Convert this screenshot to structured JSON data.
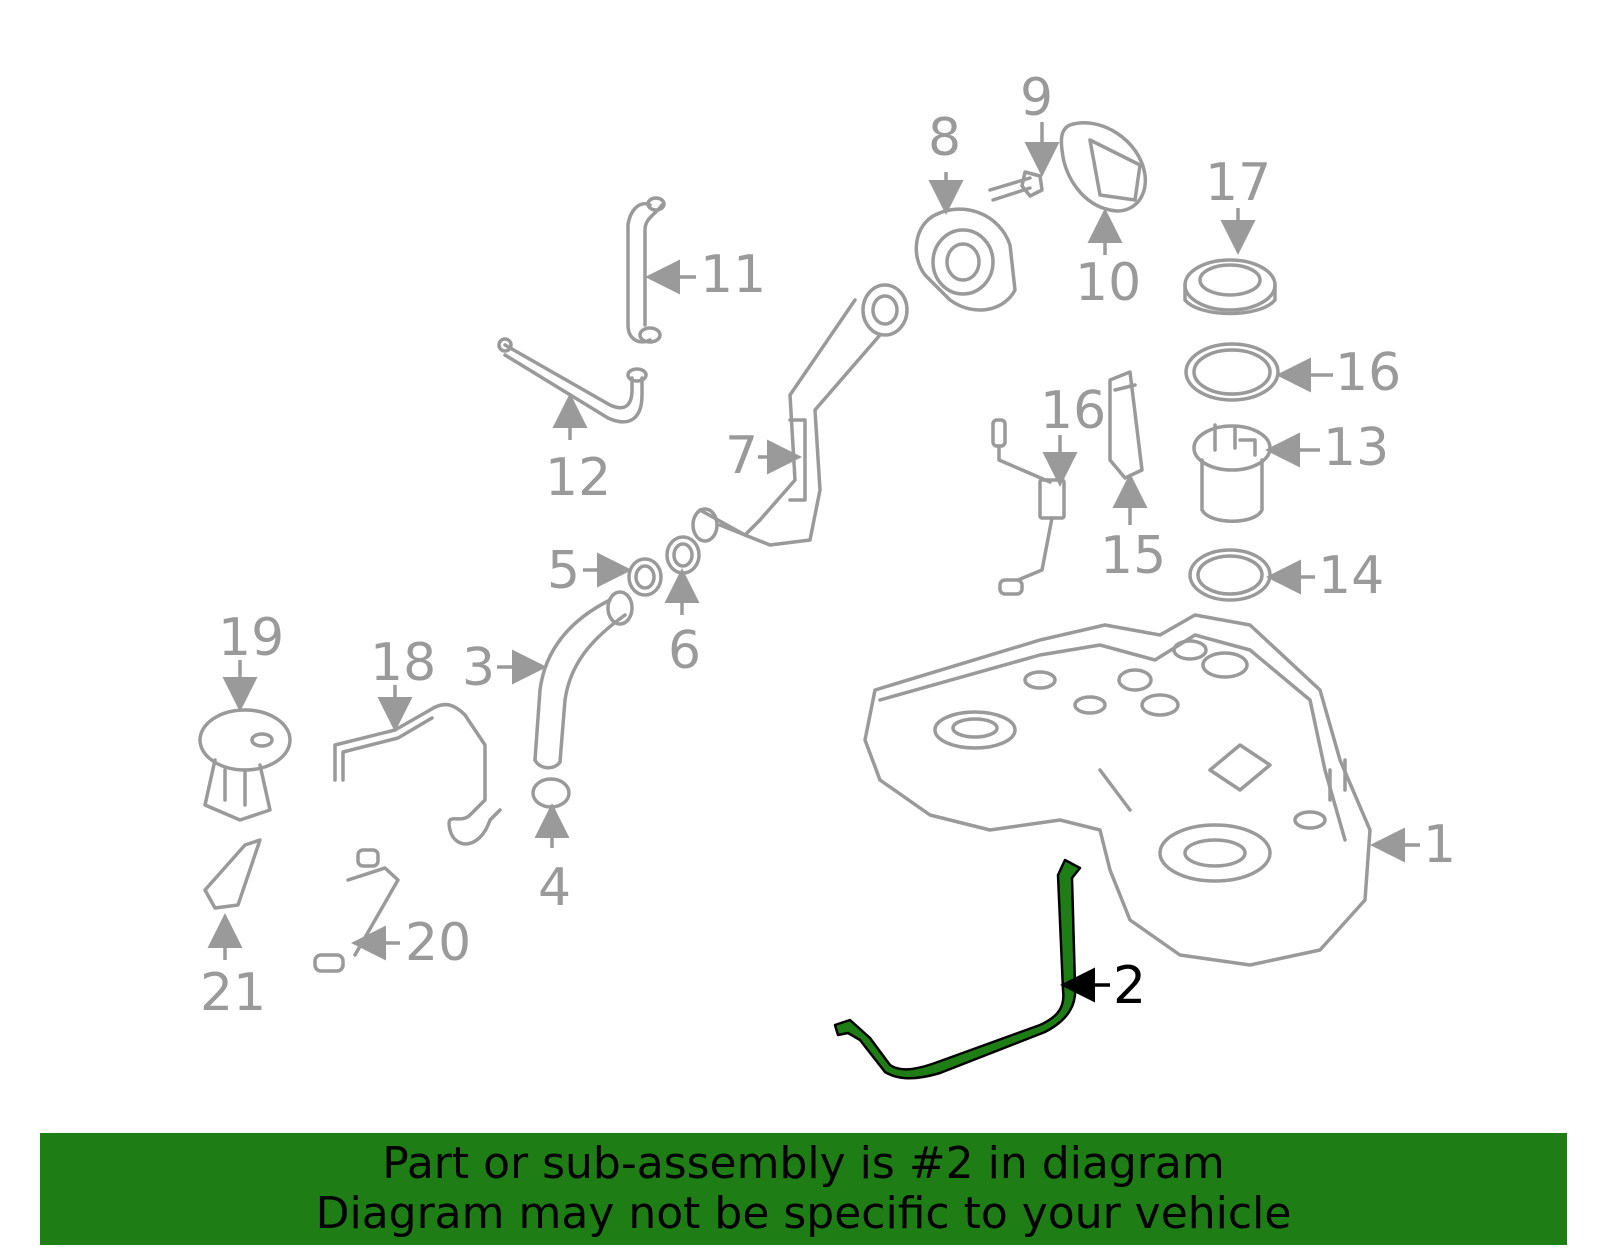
{
  "diagram": {
    "highlight_color": "#1e7d15",
    "highlighted_part": "2",
    "callouts": [
      "1",
      "2",
      "3",
      "4",
      "5",
      "6",
      "7",
      "8",
      "9",
      "10",
      "11",
      "12",
      "13",
      "14",
      "15",
      "16",
      "16",
      "17",
      "18",
      "19",
      "20",
      "21"
    ]
  },
  "banner": {
    "line1": "Part or sub-assembly is #2 in diagram",
    "line2": "Diagram may not be specific to your vehicle",
    "background": "#1e7d15"
  }
}
